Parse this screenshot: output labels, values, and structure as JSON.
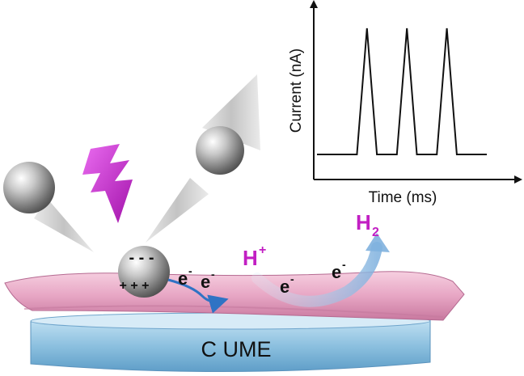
{
  "diagram": {
    "electrode_label": "C UME",
    "proton_label": {
      "base": "H",
      "sup": "+"
    },
    "hydrogen_label": {
      "base": "H",
      "sub": "2"
    },
    "electron_label": {
      "base": "e",
      "sup": "-"
    },
    "particle_charge_negative": "- - -",
    "particle_charge_positive": "+ + +",
    "colors": {
      "membrane": "#e8a7c4",
      "electrode": "#8fc4e2",
      "label_magenta": "#c21fc3",
      "lightning": "#c92bd0",
      "arrow_blue": "#2f73c4"
    },
    "icons": [
      "lightning-bolt-icon",
      "nanoparticle-sphere-icon"
    ]
  },
  "inset_chart": {
    "xlabel": "Time (ms)",
    "ylabel": "Current (nA)"
  },
  "chart_data": {
    "type": "line",
    "title": "",
    "xlabel": "Time (ms)",
    "ylabel": "Current (nA)",
    "tick_labels": "none",
    "grid": false,
    "series": [
      {
        "x": [
          0,
          20,
          25,
          30,
          40,
          45,
          50,
          60,
          65,
          70,
          85
        ],
        "values": [
          0,
          0,
          1,
          0,
          0,
          1,
          0,
          0,
          1,
          0,
          0
        ]
      }
    ]
  }
}
